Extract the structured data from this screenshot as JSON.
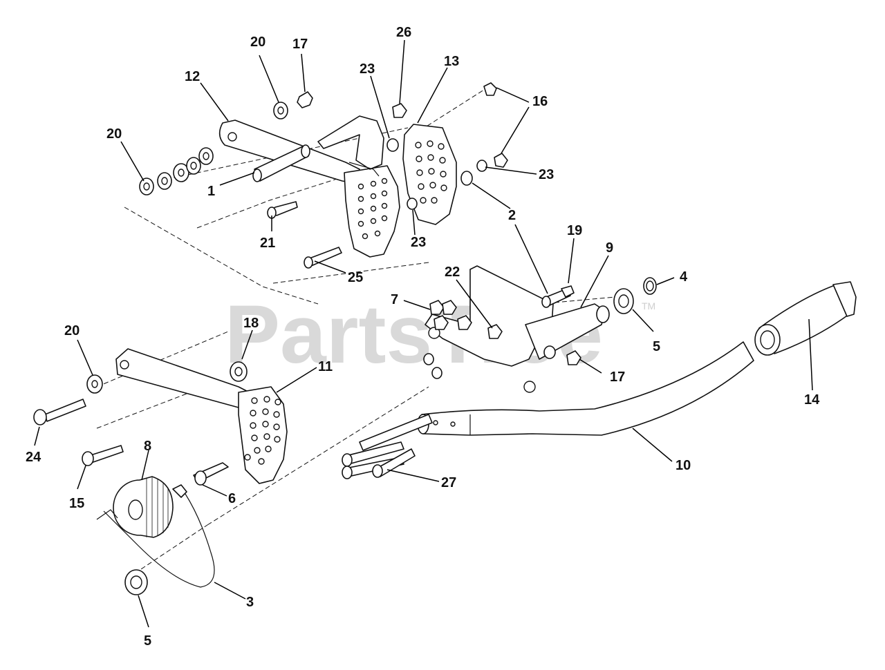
{
  "watermark": {
    "text": "PartsTree",
    "trademark": "TM"
  },
  "callouts": [
    "1",
    "2",
    "3",
    "4",
    "5",
    "5",
    "6",
    "7",
    "8",
    "9",
    "10",
    "11",
    "12",
    "13",
    "14",
    "15",
    "16",
    "17",
    "17",
    "18",
    "19",
    "20",
    "20",
    "20",
    "21",
    "22",
    "23",
    "23",
    "23",
    "24",
    "25",
    "26",
    "27"
  ],
  "colors": {
    "line": "#111111",
    "background": "#ffffff",
    "watermark": "#d9d9d9"
  }
}
